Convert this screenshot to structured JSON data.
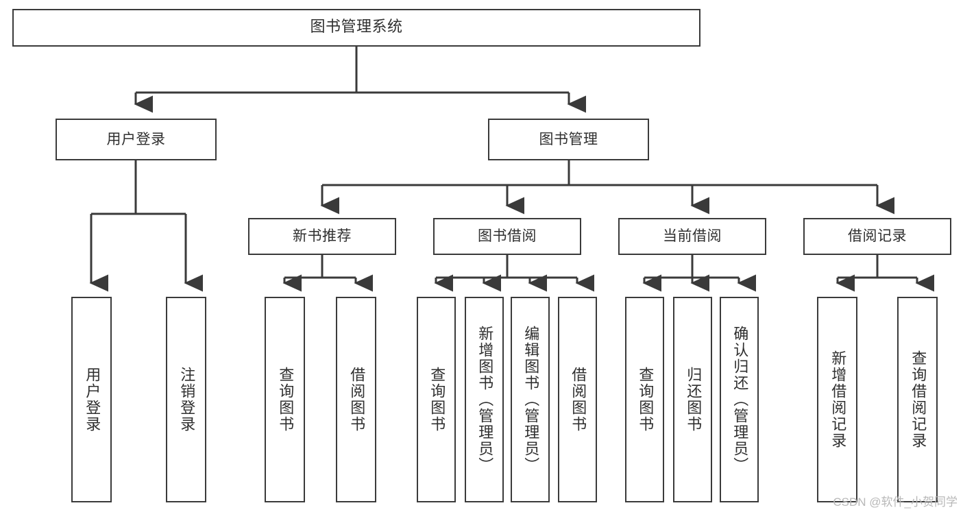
{
  "diagram": {
    "title": "图书管理系统",
    "type": "tree-hierarchy-diagram",
    "colors": {
      "stroke": "#3a3a3a",
      "text": "#2f2f2f",
      "background": "#ffffff",
      "watermark": "#b8b8b8"
    },
    "root": {
      "label": "图书管理系统"
    },
    "level2": [
      {
        "label": "用户登录"
      },
      {
        "label": "图书管理"
      }
    ],
    "level3": [
      {
        "label": "新书推荐"
      },
      {
        "label": "图书借阅"
      },
      {
        "label": "当前借阅"
      },
      {
        "label": "借阅记录"
      }
    ],
    "leaves": {
      "user_login": [
        {
          "label": "用户登录"
        },
        {
          "label": "注销登录"
        }
      ],
      "new_book_recommend": [
        {
          "label": "查询图书"
        },
        {
          "label": "借阅图书"
        }
      ],
      "book_borrow": [
        {
          "label": "查询图书"
        },
        {
          "label": "新增图书（管理员）"
        },
        {
          "label": "编辑图书（管理员）"
        },
        {
          "label": "借阅图书"
        }
      ],
      "current_borrow": [
        {
          "label": "查询图书"
        },
        {
          "label": "归还图书"
        },
        {
          "label": "确认归还（管理员）"
        }
      ],
      "borrow_record": [
        {
          "label": "新增借阅记录"
        },
        {
          "label": "查询借阅记录"
        }
      ]
    },
    "watermark": "CSDN @软件_小贺同学"
  }
}
